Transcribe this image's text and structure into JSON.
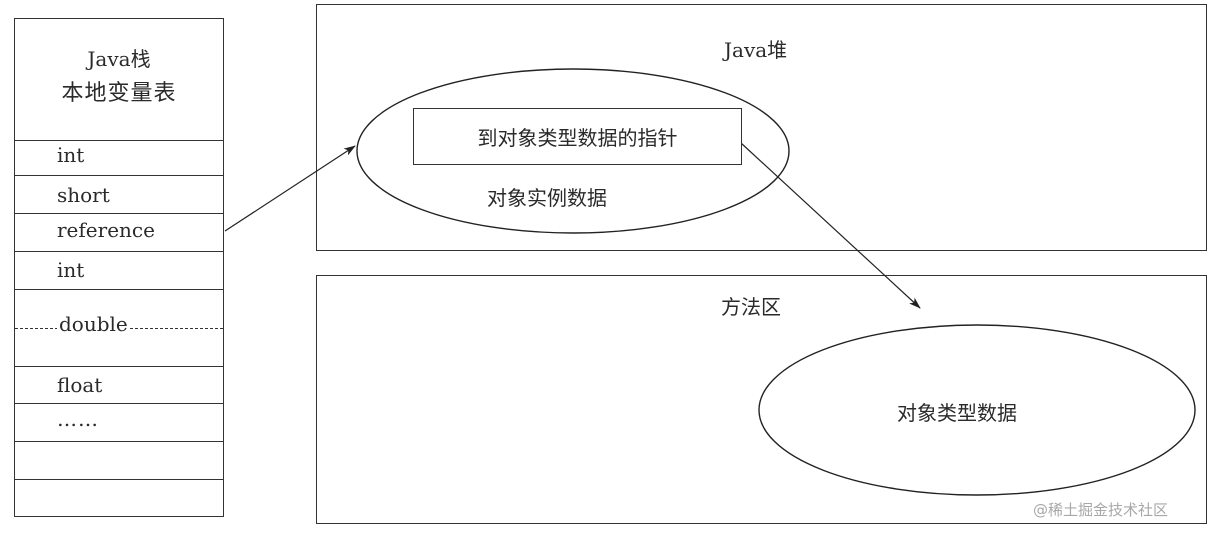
{
  "stack": {
    "title": "Java栈",
    "subtitle": "本地变量表",
    "rows": [
      {
        "label": "int"
      },
      {
        "label": "short"
      },
      {
        "label": "reference"
      },
      {
        "label": "int"
      },
      {
        "label": "double"
      },
      {
        "label": "float"
      },
      {
        "label": "……"
      },
      {
        "label": ""
      },
      {
        "label": ""
      }
    ]
  },
  "heap": {
    "title": "Java堆",
    "object": {
      "pointer_label": "到对象类型数据的指针",
      "instance_label": "对象实例数据"
    }
  },
  "method_area": {
    "title": "方法区",
    "type_data_label": "对象类型数据"
  },
  "arrows": [
    {
      "from": "reference",
      "to": "对象实例数据"
    },
    {
      "from": "到对象类型数据的指针",
      "to": "对象类型数据"
    }
  ],
  "watermark": "@稀土掘金技术社区",
  "colors": {
    "stroke": "#333333",
    "text": "#2a2a2a",
    "watermark": "#a8a8a8",
    "background": "#ffffff"
  }
}
